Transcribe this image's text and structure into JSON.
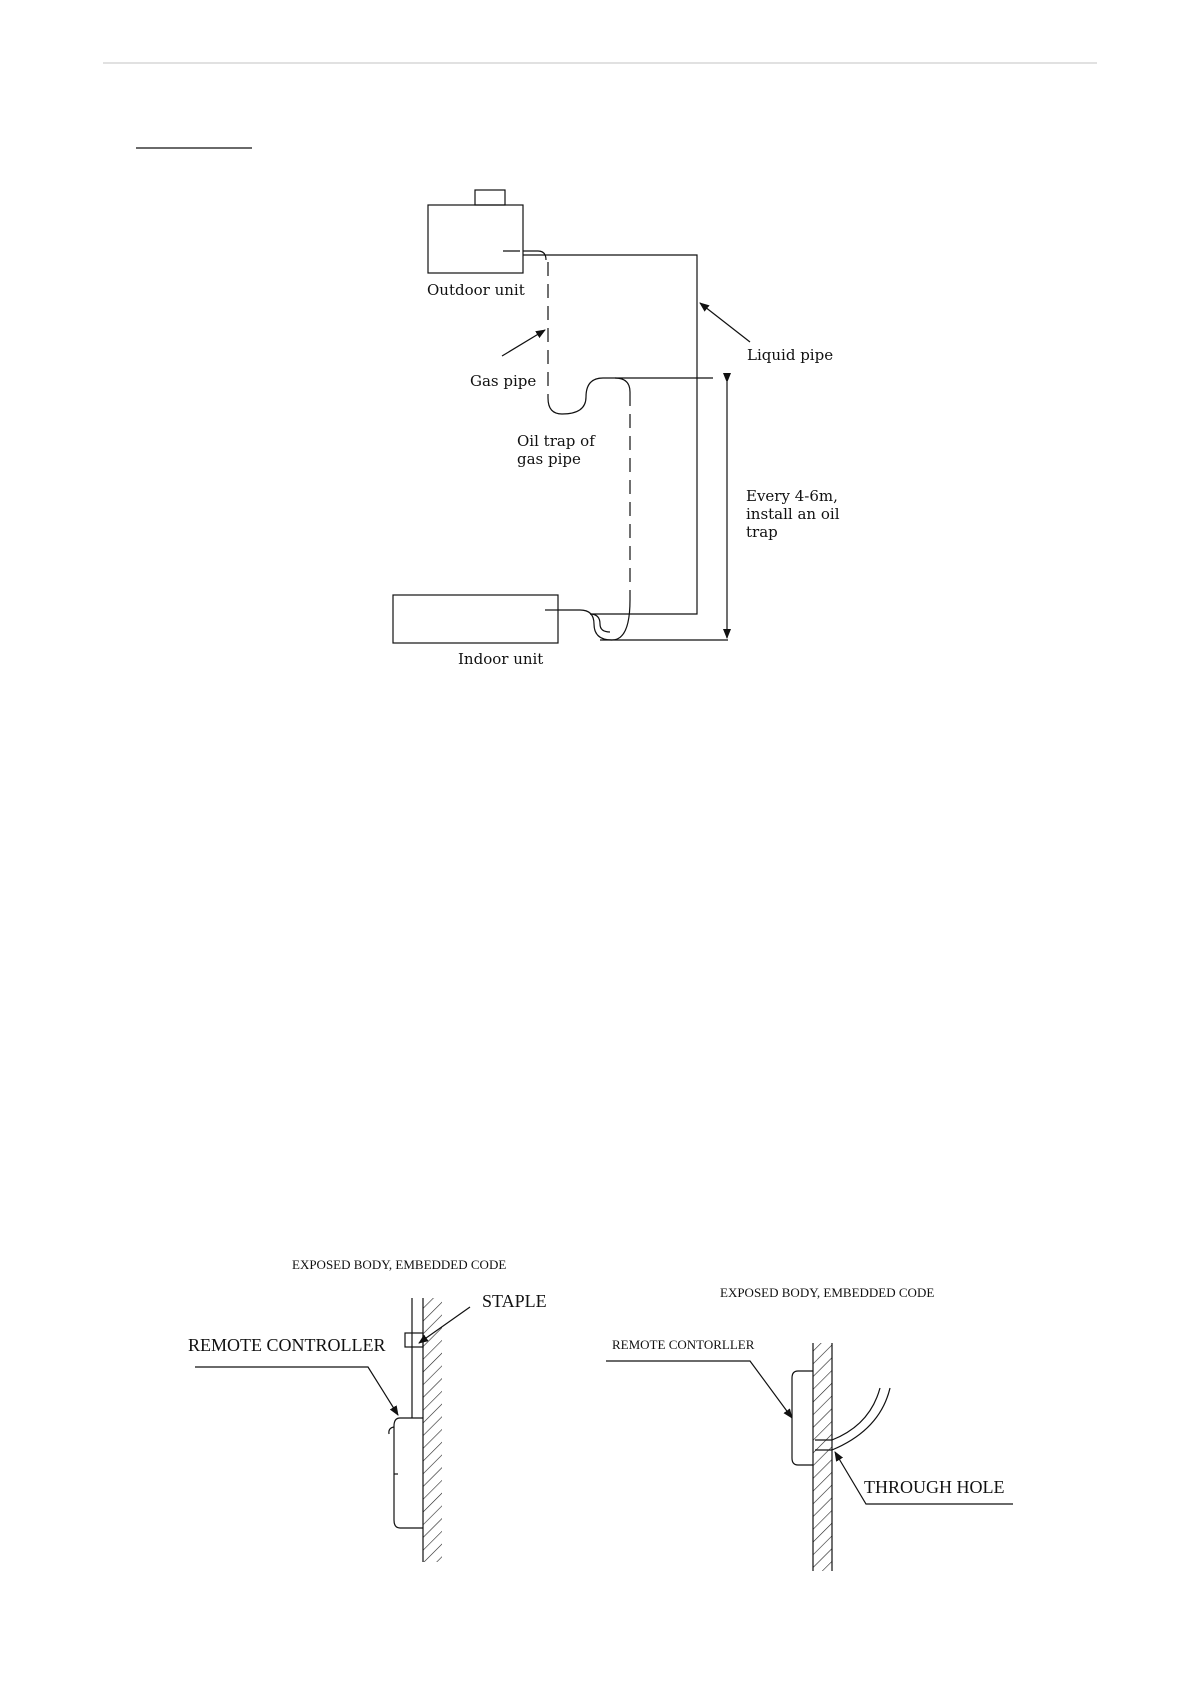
{
  "pipe_diagram": {
    "outdoor_unit": "Outdoor unit",
    "gas_pipe": "Gas pipe",
    "liquid_pipe": "Liquid pipe",
    "oil_trap_line1": "Oil trap of",
    "oil_trap_line2": "gas pipe",
    "every_line1": "Every 4-6m,",
    "every_line2": "install an oil",
    "every_line3": "trap",
    "indoor_unit": "Indoor unit"
  },
  "controller_left": {
    "heading": "EXPOSED BODY, EMBEDDED CODE",
    "staple": "STAPLE",
    "remote": "REMOTE CONTROLLER"
  },
  "controller_right": {
    "heading": "EXPOSED BODY, EMBEDDED CODE",
    "remote": "REMOTE  CONTORLLER",
    "through_hole": "THROUGH  HOLE"
  }
}
